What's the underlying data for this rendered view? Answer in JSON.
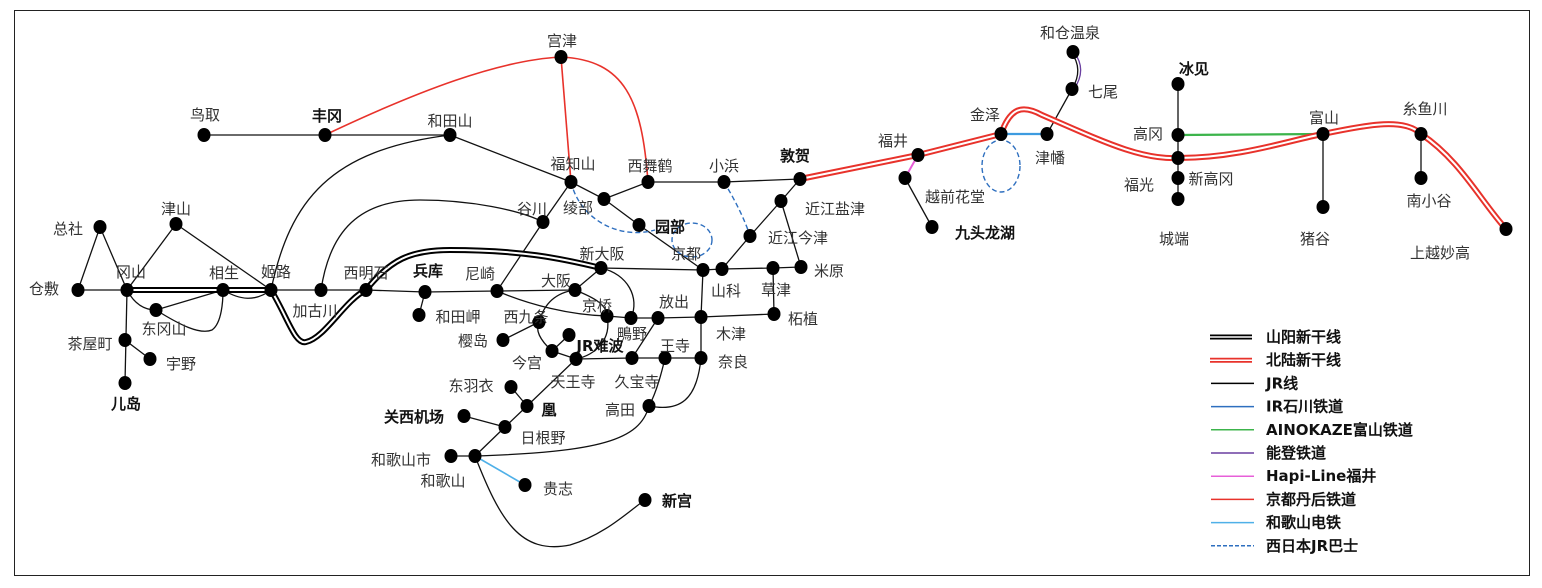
{
  "stations": {
    "miyazu": "宫津",
    "tottori": "鸟取",
    "toyooka": "丰冈",
    "wadayama": "和田山",
    "fukuchiyama": "福知山",
    "nishimaizuru": "西舞鹤",
    "obama": "小浜",
    "tsuruga": "敦贺",
    "ayabe": "绫部",
    "tanigawa": "谷川",
    "sonobe": "园部",
    "kyoto": "京都",
    "yamashina": "山科",
    "omiimazu": "近江今津",
    "omishiotsu": "近江盐津",
    "maibara": "米原",
    "kusatsu": "草津",
    "tsuge": "柘植",
    "kizu": "木津",
    "nara": "奈良",
    "hanaten": "放出",
    "shigino": "鴫野",
    "kyobashi": "京桥",
    "osaka": "大阪",
    "shinosaka": "新大阪",
    "amagasaki": "尼崎",
    "hyogo": "兵库",
    "wadamisaki": "和田岬",
    "nishikujo": "西九条",
    "sakurajima": "樱岛",
    "imamiya": "今宫",
    "jrnamba": "JR难波",
    "tennoji": "天王寺",
    "kyuhoji": "久宝寺",
    "oji": "王寺",
    "takada": "高田",
    "higashihagoromo": "东羽衣",
    "otori": "凰",
    "kansaiairport": "关西机场",
    "hineno": "日根野",
    "wakayamashi": "和歌山市",
    "wakayama": "和歌山",
    "kishi": "贵志",
    "shingu": "新宫",
    "kurashiki": "仓敷",
    "okayama": "冈山",
    "soja": "总社",
    "tsuyama": "津山",
    "aioi": "相生",
    "himeji": "姬路",
    "kakogawa": "加古川",
    "nishiakashi": "西明石",
    "higashiokayama": "东冈山",
    "chayamachi": "茶屋町",
    "uno": "宇野",
    "kojima": "儿岛",
    "fukui": "福井",
    "echizenhanando": "越前花堂",
    "kuzuryuko": "九头龙湖",
    "kanazawa": "金泽",
    "tsubata": "津幡",
    "nanao": "七尾",
    "wakuraonsen": "和仓温泉",
    "himi": "冰见",
    "takaoka": "高冈",
    "shintakaoka": "新高冈",
    "fukumitsu": "福光",
    "johana": "城端",
    "toyama": "富山",
    "inotani": "猪谷",
    "itoigawa": "糸鱼川",
    "minamiotari": "南小谷",
    "joetsumyoko": "上越妙高"
  },
  "legend": [
    {
      "label": "山阳新干线",
      "color": "#000000",
      "style": "double"
    },
    {
      "label": "北陆新干线",
      "color": "#e8322b",
      "style": "double"
    },
    {
      "label": "JR线",
      "color": "#000000",
      "style": "solid"
    },
    {
      "label": "IR石川铁道",
      "color": "#2e6fbf",
      "style": "solid"
    },
    {
      "label": "AINOKAZE富山铁道",
      "color": "#3cb44b",
      "style": "solid"
    },
    {
      "label": "能登铁道",
      "color": "#6a3fa0",
      "style": "solid"
    },
    {
      "label": "Hapi-Line福井",
      "color": "#e75fd8",
      "style": "solid"
    },
    {
      "label": "京都丹后铁道",
      "color": "#e8322b",
      "style": "solid"
    },
    {
      "label": "和歌山电铁",
      "color": "#4fb0e8",
      "style": "solid"
    },
    {
      "label": "西日本JR巴士",
      "color": "#2e6fbf",
      "style": "dashed"
    }
  ]
}
